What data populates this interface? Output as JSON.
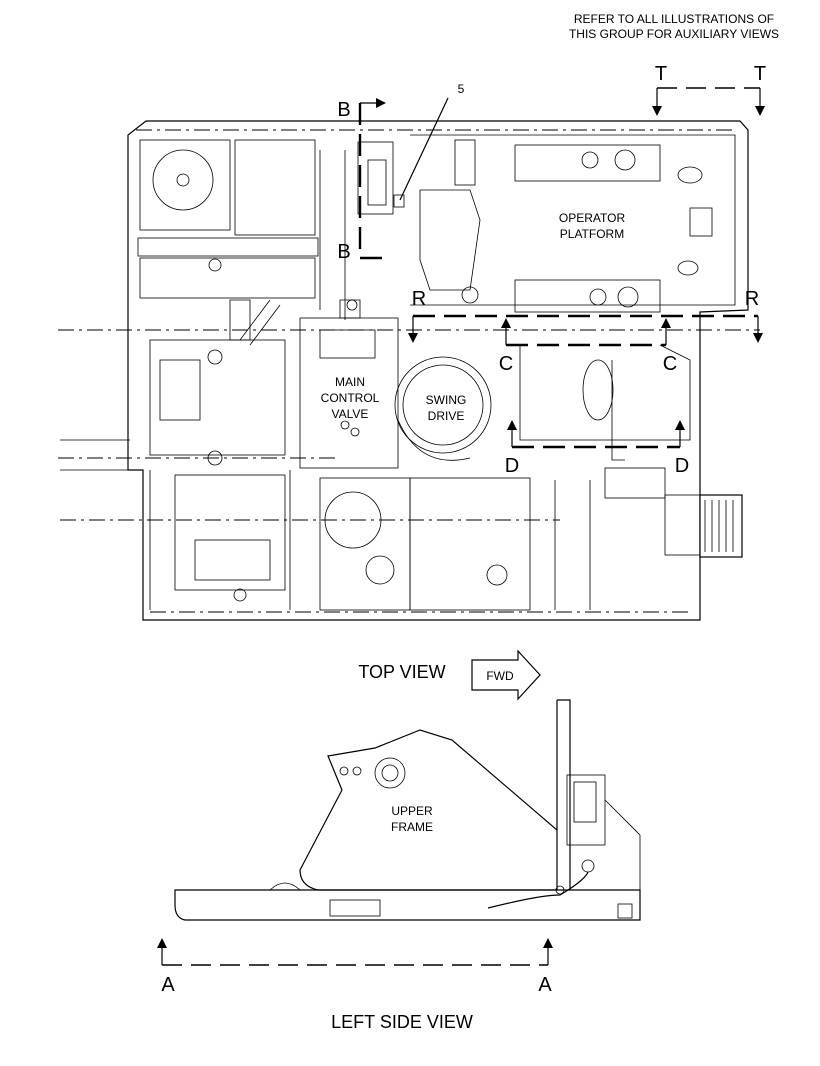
{
  "notes": {
    "refer_line1": "REFER TO ALL ILLUSTRATIONS OF",
    "refer_line2": "THIS GROUP FOR AUXILIARY VIEWS"
  },
  "callouts": {
    "item_number": "5"
  },
  "section_markers": {
    "T": "T",
    "B": "B",
    "R": "R",
    "C": "C",
    "D": "D",
    "A": "A"
  },
  "top_view": {
    "operator_platform": [
      "OPERATOR",
      "PLATFORM"
    ],
    "main_control_valve": [
      "MAIN",
      "CONTROL",
      "VALVE"
    ],
    "swing_drive": [
      "SWING",
      "DRIVE"
    ],
    "view_title": "TOP VIEW",
    "fwd_label": "FWD"
  },
  "side_view": {
    "upper_frame": [
      "UPPER",
      "FRAME"
    ],
    "view_title": "LEFT SIDE VIEW"
  }
}
